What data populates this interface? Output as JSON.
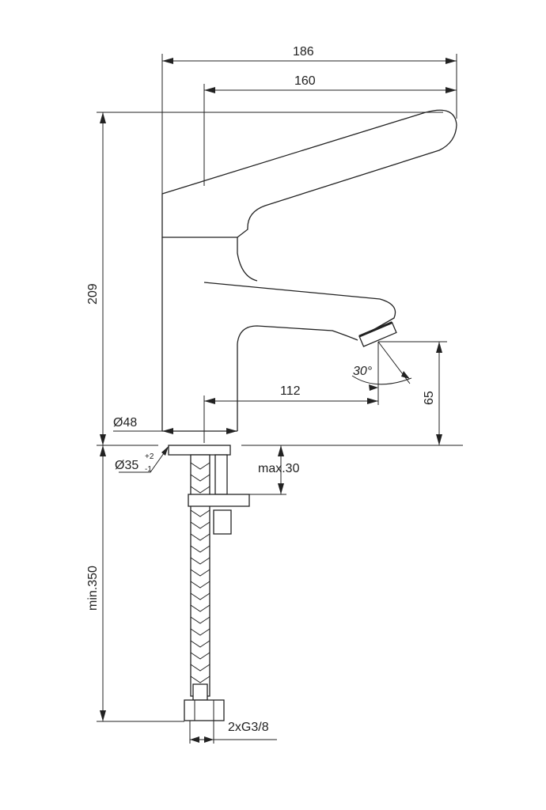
{
  "title": "Basin mixer technical dimension drawing",
  "dimensions": {
    "overall_width": "186",
    "lever_width": "160",
    "overall_height": "209",
    "spout_reach": "112",
    "spout_height": "65",
    "body_diameter": "Ø48",
    "hole_diameter": "Ø35",
    "hole_tol_plus": "+2",
    "hole_tol_minus": "-1",
    "max_deck": "max.30",
    "hose_length": "min.350",
    "connection": "2xG3/8",
    "spray_angle": "30°"
  }
}
